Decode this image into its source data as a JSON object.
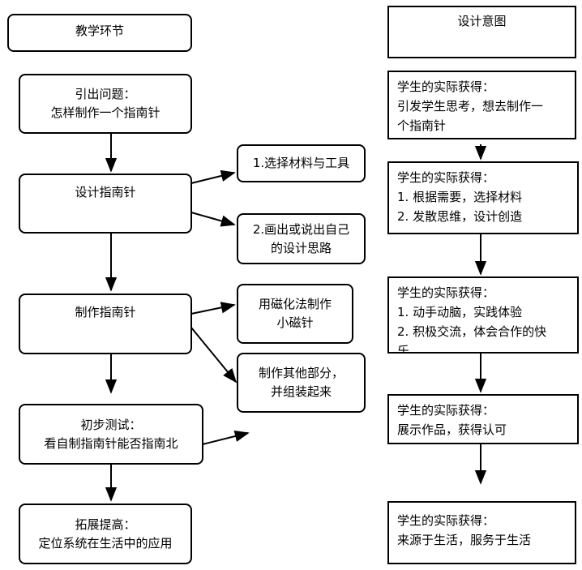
{
  "left_column": {
    "header": "教学环节",
    "steps": [
      {
        "lines": [
          "引出问题：",
          "怎样制作一个指南针"
        ]
      },
      {
        "lines": [
          "设计指南针"
        ]
      },
      {
        "lines": [
          "制作指南针"
        ]
      },
      {
        "lines": [
          "初步测试：",
          "看自制指南针能否指南北"
        ]
      },
      {
        "lines": [
          "拓展提高：",
          "定位系统在生活中的应用"
        ]
      }
    ]
  },
  "middle_column": {
    "items": [
      {
        "lines": [
          "1.选择材料与工具"
        ]
      },
      {
        "lines": [
          "2.画出或说出自己",
          "的设计思路"
        ]
      },
      {
        "lines": [
          "用磁化法制作",
          "小磁针"
        ]
      },
      {
        "lines": [
          "制作其他部分，",
          "并组装起来"
        ]
      }
    ]
  },
  "right_column": {
    "header": "设计意图",
    "boxes": [
      {
        "lines": [
          "学生的实际获得：",
          "引发学生思考，想去制作一",
          "个指南针"
        ]
      },
      {
        "lines": [
          "学生的实际获得：",
          "1. 根据需要，选择材料",
          "2. 发散思维，设计创造"
        ]
      },
      {
        "lines": [
          "学生的实际获得：",
          "1. 动手动脑，实践体验",
          "2. 积极交流，体会合作的快",
          "乐"
        ]
      },
      {
        "lines": [
          "学生的实际获得：",
          "展示作品，获得认可"
        ]
      },
      {
        "lines": [
          "学生的实际获得：",
          "来源于生活，服务于生活"
        ]
      }
    ]
  }
}
